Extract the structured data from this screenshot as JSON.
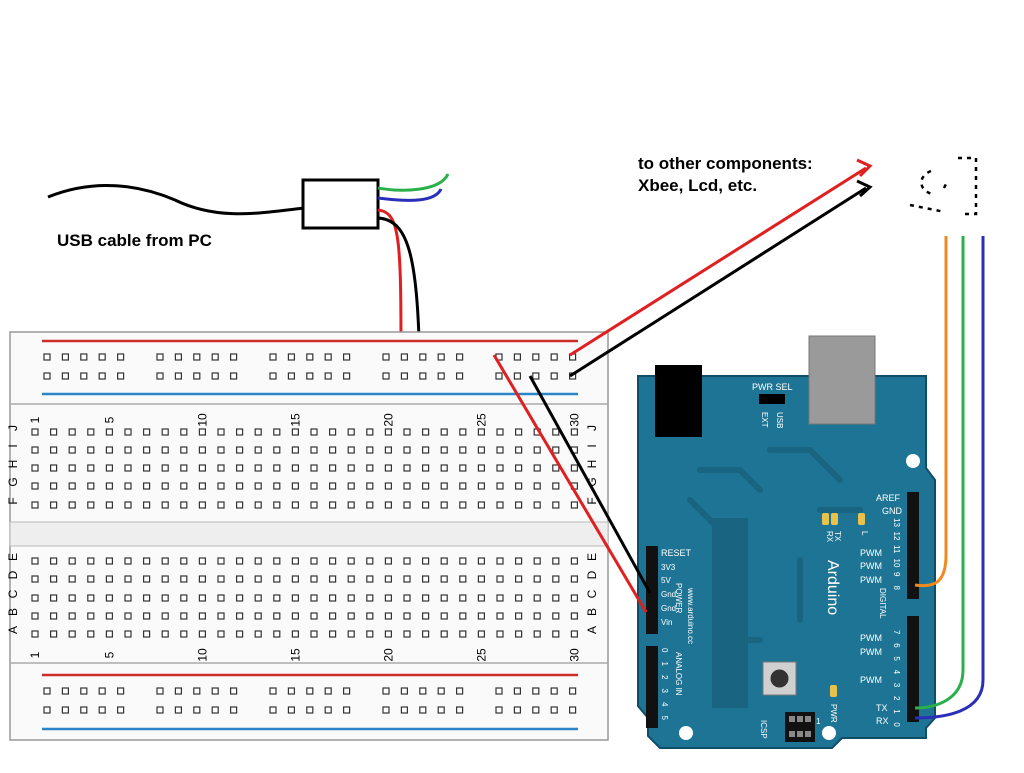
{
  "labels": {
    "usb_cable": "USB cable from PC",
    "other_components_line1": "to other components:",
    "other_components_line2": "Xbee, Lcd, etc."
  },
  "breadboard": {
    "column_numbers": [
      "1",
      "5",
      "10",
      "15",
      "20",
      "25",
      "30"
    ],
    "rows_top": [
      "J",
      "I",
      "H",
      "G",
      "F"
    ],
    "rows_bottom": [
      "E",
      "D",
      "C",
      "B",
      "A"
    ]
  },
  "arduino": {
    "brand": "Arduino",
    "website": "www.arduino.cc",
    "pwr_sel": "PWR SEL",
    "usb": "USB",
    "ext": "EXT",
    "reset": "RESET",
    "power_pins": [
      "3V3",
      "5V",
      "Gnd",
      "Gnd",
      "Vin"
    ],
    "power_label": "POWER",
    "analog_label": "ANALOG IN",
    "analog_pins": [
      "0",
      "1",
      "2",
      "3",
      "4",
      "5"
    ],
    "digital_label": "DIGITAL",
    "aref": "AREF",
    "gnd": "GND",
    "pwm": "PWM",
    "digital_high_pins": [
      "13",
      "12",
      "11",
      "10",
      "9",
      "8"
    ],
    "digital_low_pins": [
      "7",
      "6",
      "5",
      "4",
      "3",
      "2",
      "1",
      "0"
    ],
    "tx": "TX",
    "rx": "RX",
    "led_l": "L",
    "led_pwr": "PWR",
    "icsp": "ICSP",
    "icsp_num": "1"
  },
  "colors": {
    "arduino_board": "#1e7494",
    "wire_red": "#e02020",
    "wire_black": "#000000",
    "wire_green": "#2ab04a",
    "wire_blue": "#2b2fb8",
    "wire_orange": "#f08a20",
    "rail_red": "#cc2b2b",
    "rail_blue": "#2b86c8"
  }
}
